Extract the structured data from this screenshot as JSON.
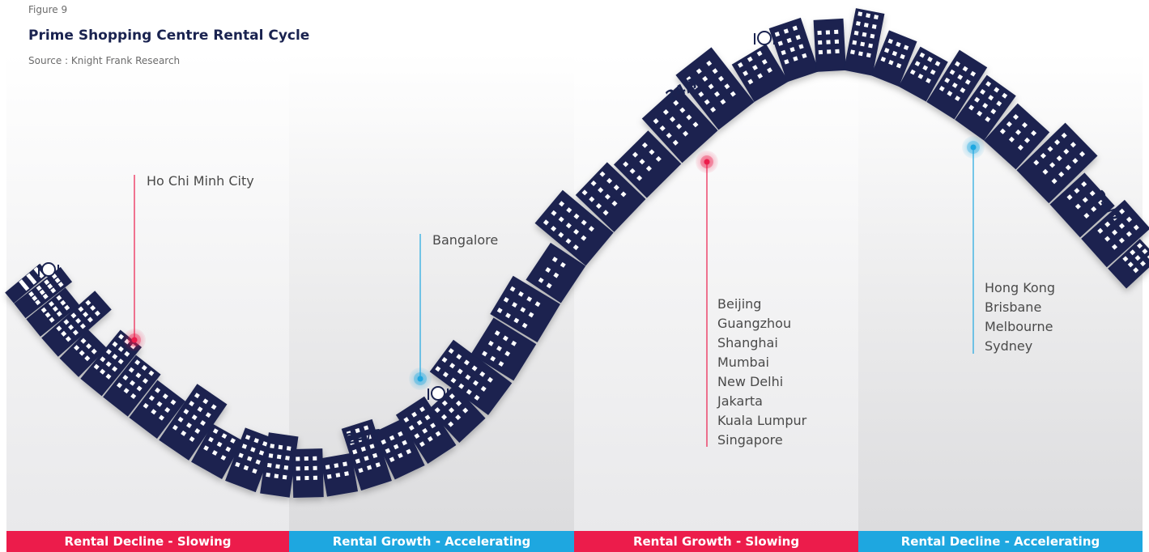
{
  "header": {
    "figure_label": "Figure 9",
    "title": "Prime Shopping Centre Rental Cycle",
    "source": "Source : Knight Frank Research"
  },
  "colors": {
    "decline": "#ec1c4b",
    "growth": "#1ea7e0",
    "buildings": "#1a2350"
  },
  "phases": [
    {
      "label": "Rental Decline - Slowing",
      "color": "#ec1c4b"
    },
    {
      "label": "Rental Growth - Accelerating",
      "color": "#1ea7e0"
    },
    {
      "label": "Rental Growth - Slowing",
      "color": "#ec1c4b"
    },
    {
      "label": "Rental Decline - Accelerating",
      "color": "#1ea7e0"
    }
  ],
  "markers": {
    "m1": {
      "cities": [
        "Ho Chi Minh City"
      ],
      "color": "#ec1c4b"
    },
    "m2": {
      "cities": [
        "Bangalore"
      ],
      "color": "#1ea7e0"
    },
    "m3": {
      "cities": [
        "Beijing",
        "Guangzhou",
        "Shanghai",
        "Mumbai",
        "New Delhi",
        "Jakarta",
        "Kuala Lumpur",
        "Singapore"
      ],
      "color": "#ec1c4b"
    },
    "m4": {
      "cities": [
        "Hong Kong",
        "Brisbane",
        "Melbourne",
        "Sydney"
      ],
      "color": "#1ea7e0"
    }
  },
  "icons": [
    "dining-icon",
    "dollar-shop-icon",
    "24-7-store-icon",
    "parking-icon"
  ]
}
